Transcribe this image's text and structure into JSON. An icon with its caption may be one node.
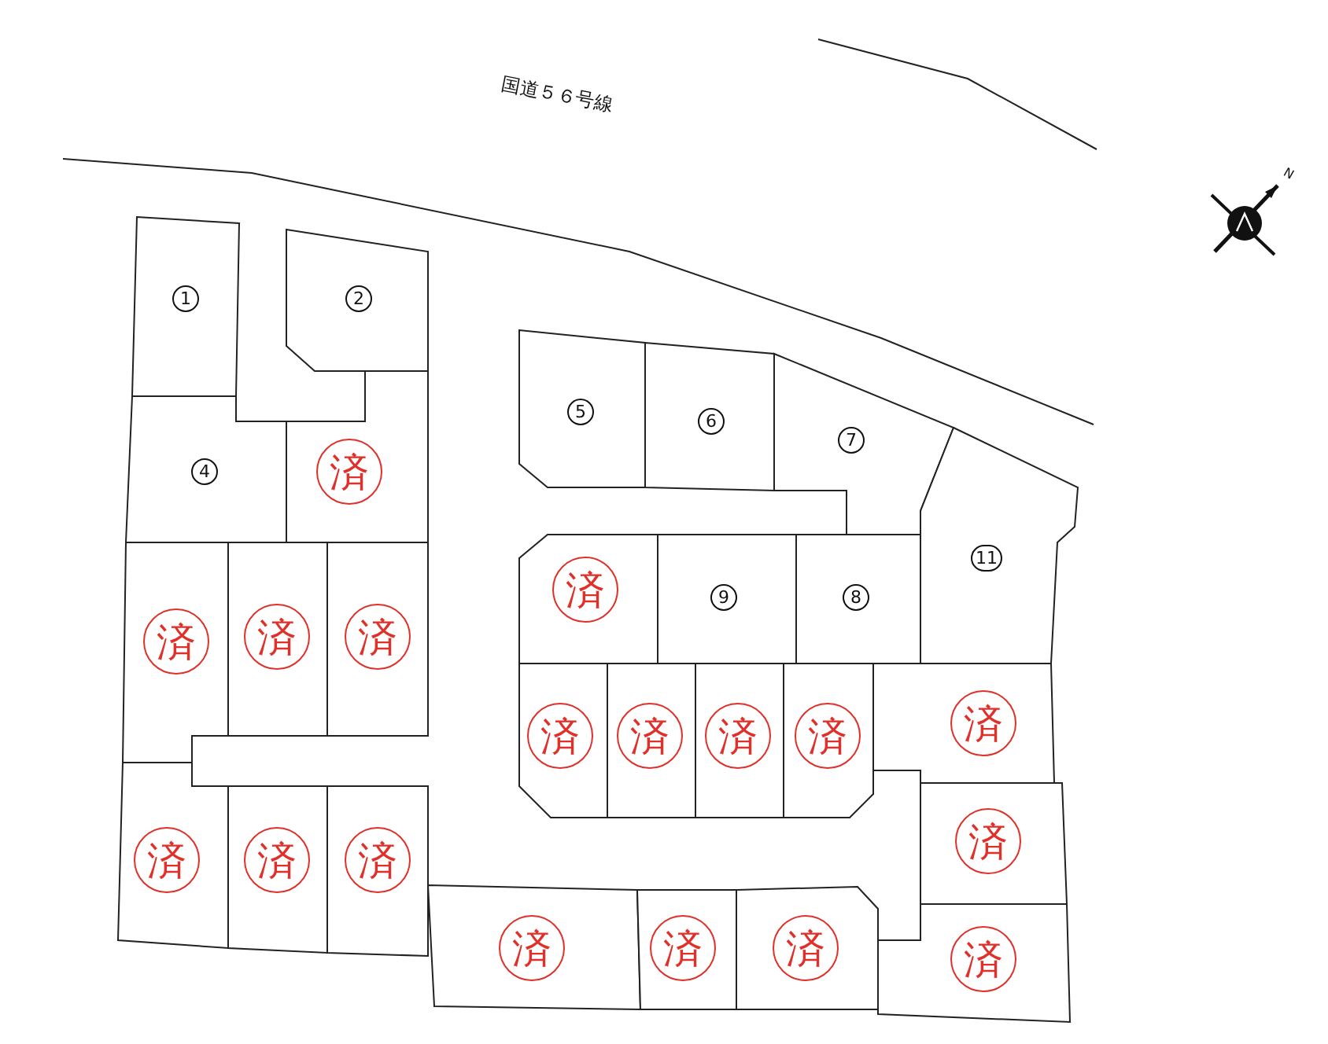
{
  "diagram": {
    "nodes": [
      {
        "text": [
          "1"
        ]
      },
      {
        "text": [
          "2"
        ]
      },
      {
        "text": [
          "4"
        ]
      },
      {
        "text": [
          "済"
        ]
      },
      {
        "text": [
          "済"
        ]
      },
      {
        "text": [
          "済"
        ]
      },
      {
        "text": [
          "済"
        ]
      },
      {
        "text": [
          "済"
        ]
      },
      {
        "text": [
          "済"
        ]
      },
      {
        "text": [
          "済"
        ]
      },
      {
        "text": [
          "5"
        ]
      },
      {
        "text": [
          "6"
        ]
      },
      {
        "text": [
          "7"
        ]
      },
      {
        "text": [
          "11"
        ]
      },
      {
        "text": [
          "済"
        ]
      },
      {
        "text": [
          "9"
        ]
      },
      {
        "text": [
          "8"
        ]
      },
      {
        "text": [
          "済"
        ]
      },
      {
        "text": [
          "済"
        ]
      },
      {
        "text": [
          "済"
        ]
      },
      {
        "text": [
          "済"
        ]
      },
      {
        "text": [
          "済"
        ]
      },
      {
        "text": [
          "済"
        ]
      },
      {
        "text": [
          "済"
        ]
      },
      {
        "text": [
          "済"
        ]
      },
      {
        "text": [
          "済"
        ]
      },
      {
        "text": [
          "済"
        ]
      }
    ],
    "labels": [
      "国道５６号線",
      "N"
    ]
  }
}
